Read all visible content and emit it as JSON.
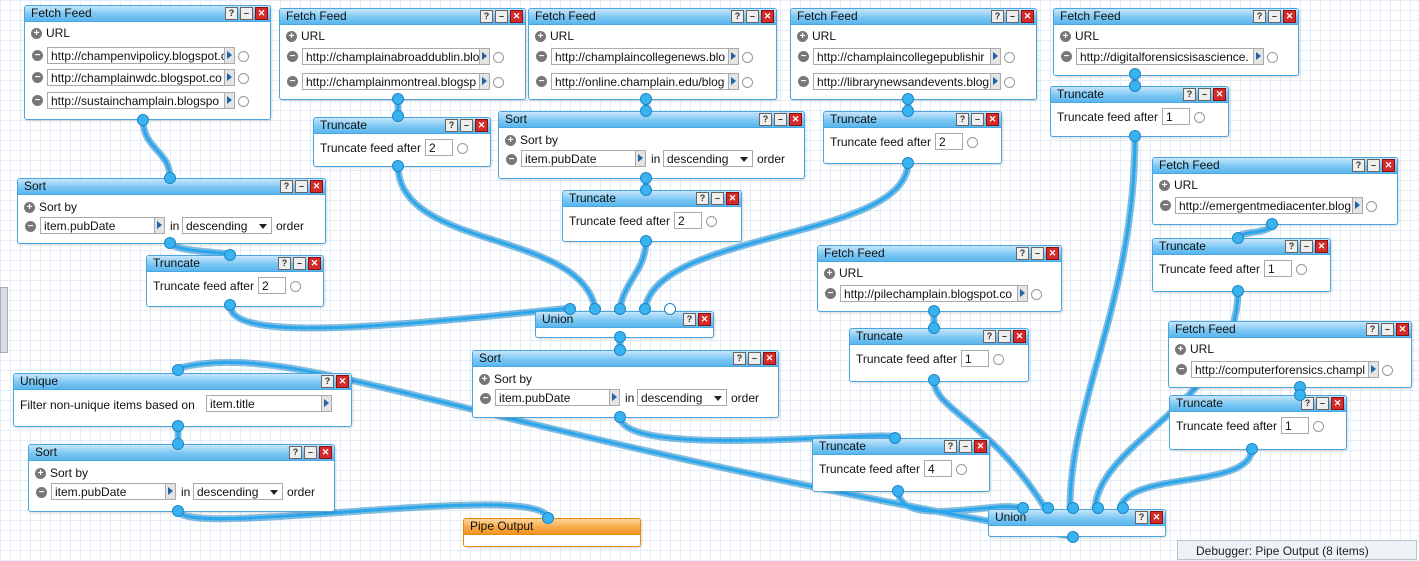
{
  "labels": {
    "fetch_feed": "Fetch Feed",
    "truncate": "Truncate",
    "sort": "Sort",
    "union": "Union",
    "unique": "Unique",
    "pipe_output": "Pipe Output",
    "url": "URL",
    "sort_by": "Sort by",
    "truncate_feed_after": "Truncate feed after",
    "in": "in",
    "order": "order",
    "filter_non_unique": "Filter non-unique items based on"
  },
  "fetch_feeds": [
    {
      "urls": [
        "http://champenvipolicy.blogspot.c",
        "http://champlainwdc.blogspot.co",
        "http://sustainchamplain.blogspo"
      ]
    },
    {
      "urls": [
        "http://champlainabroaddublin.blo",
        "http://champlainmontreal.blogsp"
      ]
    },
    {
      "urls": [
        "http://champlaincollegenews.blo",
        "http://online.champlain.edu/blog"
      ]
    },
    {
      "urls": [
        "http://champlaincollegepublishir",
        "http://librarynewsandevents.blog"
      ]
    },
    {
      "urls": [
        "http://digitalforensicsisascience."
      ]
    },
    {
      "urls": [
        "http://emergentmediacenter.blog"
      ]
    },
    {
      "urls": [
        "http://pilechamplain.blogspot.co"
      ]
    },
    {
      "urls": [
        "http://computerforensics.champl"
      ]
    }
  ],
  "truncates": [
    "2",
    "2",
    "2",
    "2",
    "1",
    "1",
    "1",
    "4",
    "1"
  ],
  "sorts": [
    {
      "field": "item.pubDate",
      "direction": "descending"
    },
    {
      "field": "item.pubDate",
      "direction": "descending"
    },
    {
      "field": "item.pubDate",
      "direction": "descending"
    },
    {
      "field": "item.pubDate",
      "direction": "descending"
    }
  ],
  "unique": {
    "field": "item.title"
  },
  "debugger": {
    "text": "Debugger: Pipe Output (8 items)"
  }
}
